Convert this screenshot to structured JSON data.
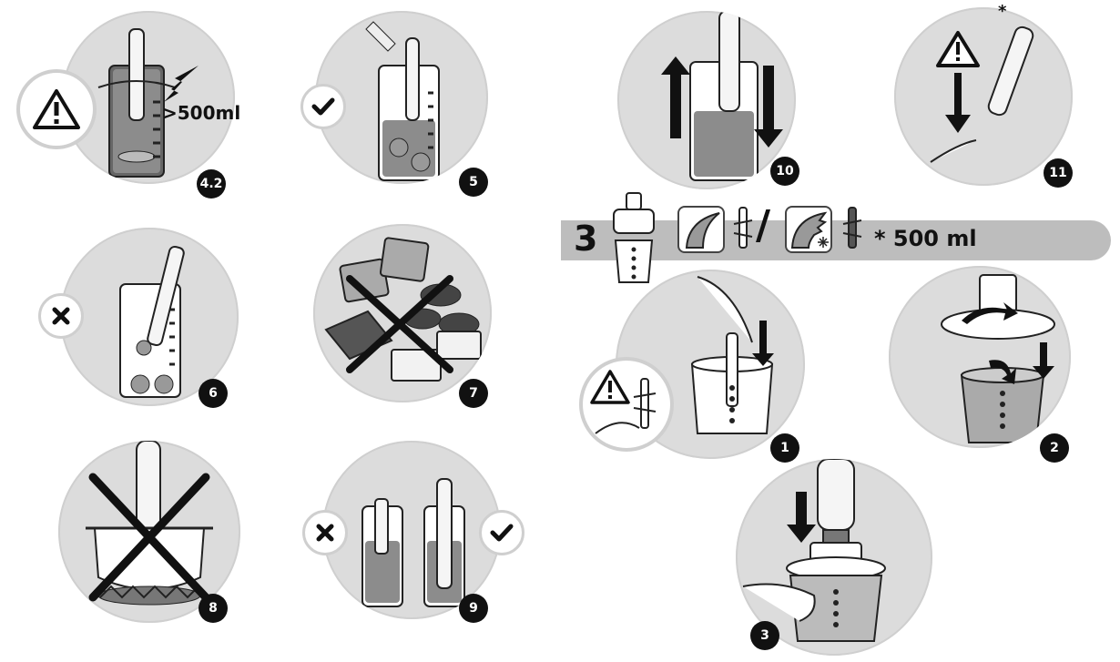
{
  "steps": {
    "s4_2": "4.2",
    "s5": "5",
    "s6": "6",
    "s7": "7",
    "s8": "8",
    "s9": "9",
    "s10": "10",
    "s11": "11",
    "b1": "1",
    "b2": "2",
    "b3": "3"
  },
  "labels": {
    "over500": ">500ml",
    "asterisk": "*",
    "band_number": "3",
    "band_text": "* 500 ml",
    "slash": "/"
  },
  "icons": {
    "warning": "warning-icon",
    "check": "check-icon",
    "cross": "cross-icon",
    "snowflake": "snowflake-icon"
  }
}
